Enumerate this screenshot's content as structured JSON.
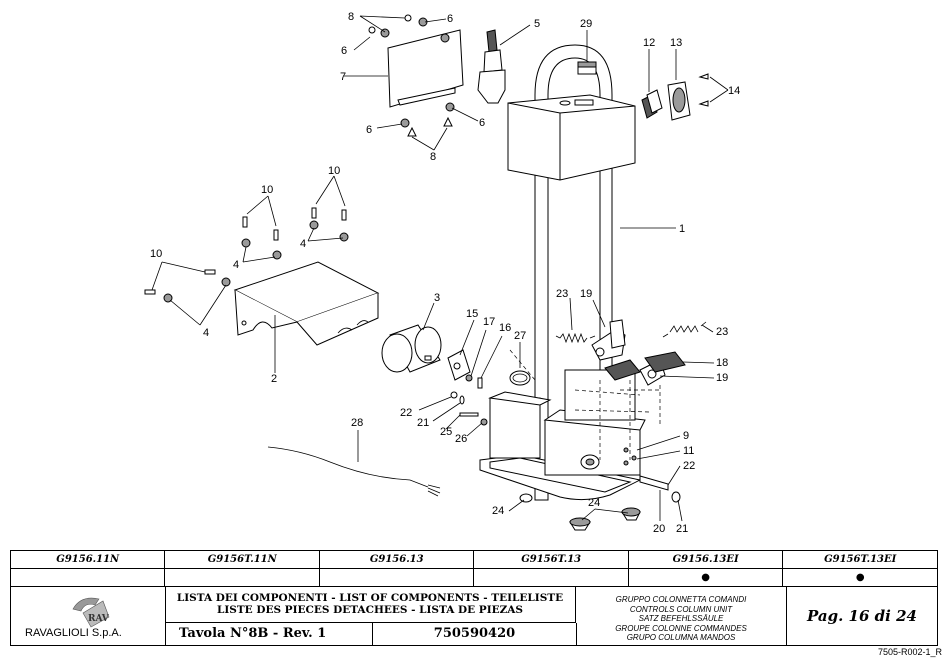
{
  "callouts": [
    "1",
    "2",
    "3",
    "4",
    "5",
    "6",
    "7",
    "8",
    "9",
    "10",
    "11",
    "12",
    "13",
    "14",
    "15",
    "16",
    "17",
    "18",
    "19",
    "20",
    "21",
    "22",
    "23",
    "24",
    "25",
    "26",
    "27",
    "28",
    "29"
  ],
  "models": {
    "headers": [
      "G9156.11N",
      "G9156T.11N",
      "G9156.13",
      "G9156T.13",
      "G9156.13EI",
      "G9156T.13EI"
    ],
    "marks": [
      "",
      "",
      "",
      "",
      "●",
      "●"
    ]
  },
  "title_block": {
    "company": "RAVAGLIOLI S.p.A.",
    "list_line1": "LISTA DEI COMPONENTI - LIST OF COMPONENTS - TEILELISTE",
    "list_line2": "LISTE DES PIECES DETACHEES - LISTA DE PIEZAS",
    "table_ref": "Tavola N°8B - Rev. 1",
    "code": "750590420",
    "group": [
      "GRUPPO COLONNETTA COMANDI",
      "CONTROLS COLUMN UNIT",
      "SATZ BEFEHLSSÄULE",
      "GROUPE COLONNE COMMANDES",
      "GRUPO COLUMNA MANDOS"
    ],
    "page": "Pag. 16 di 24"
  },
  "doc_ref": "7505-R002-1_R"
}
